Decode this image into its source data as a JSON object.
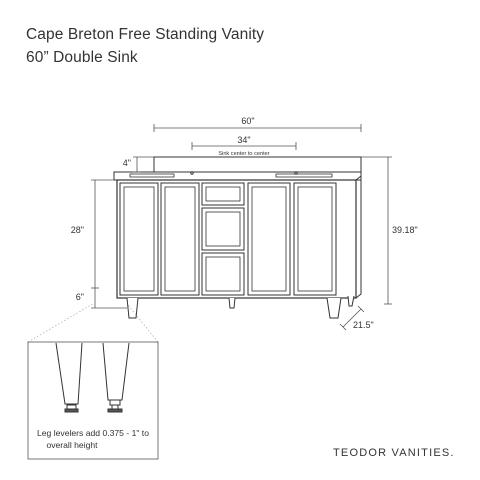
{
  "header": {
    "title": "Cape Breton Free Standing Vanity",
    "subtitle": "60” Double Sink"
  },
  "dimensions": {
    "overall_width": "60\"",
    "sink_spacing": "34\"",
    "sink_spacing_note": "Sink center to center",
    "backsplash_height": "4\"",
    "cabinet_height": "28\"",
    "leg_height": "6\"",
    "total_height": "39.18\"",
    "depth": "21.5\""
  },
  "detail": {
    "note_line1": "Leg levelers add 0.375 - 1\" to",
    "note_line2": "overall height"
  },
  "brand": {
    "name": "TEODOR VANITIES"
  },
  "colors": {
    "line": "#333333",
    "dim_line": "#555555",
    "light": "#999999"
  }
}
